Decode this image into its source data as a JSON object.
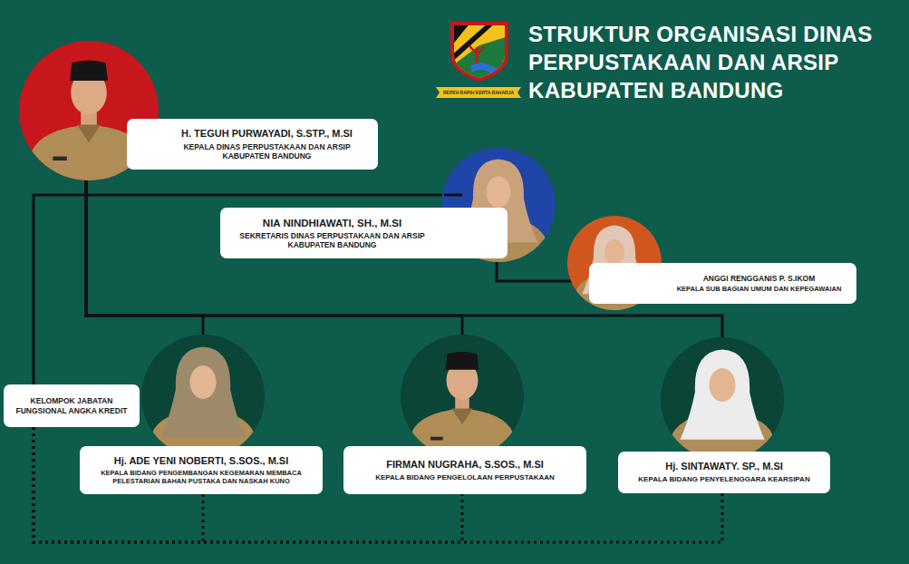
{
  "diagram": {
    "title": "STRUKTUR ORGANISASI DINAS PERPUSTAKAAN DAN ARSIP KABUPATEN BANDUNG",
    "nodes": [
      {
        "text": [
          "H. TEGUH PURWAYADI, S.STP., M.SI",
          "KEPALA DINAS PERPUSTAKAAN DAN ARSIP KABUPATEN BANDUNG"
        ]
      },
      {
        "text": [
          "NIA NINDHIAWATI, SH., M.SI",
          "SEKRETARIS DINAS PERPUSTAKAAN DAN ARSIP KABUPATEN BANDUNG"
        ]
      },
      {
        "text": [
          "ANGGI RENGGANIS P. S.IKOM",
          "KEPALA SUB BAGIAN UMUM DAN KEPEGAWAIAN"
        ]
      },
      {
        "text": [
          "KELOMPOK JABATAN FUNGSIONAL ANGKA KREDIT"
        ]
      },
      {
        "text": [
          "Hj. ADE YENI NOBERTI, S.SOS., M.SI",
          "KEPALA BIDANG PENGEMBANGAN KEGEMARAN MEMBACA PELESTARIAN BAHAN PUSTAKA DAN NASKAH KUNO"
        ]
      },
      {
        "text": [
          "FIRMAN NUGRAHA, S.SOS., M.SI",
          "KEPALA BIDANG PENGELOLAAN PERPUSTAKAAN"
        ]
      },
      {
        "text": [
          "Hj. SINTAWATY. SP., M.SI",
          "KEPALA BIDANG PENYELENGGARA KEARSIPAN"
        ]
      }
    ],
    "edges": [
      {
        "from": 0,
        "to": 1,
        "arrow": "none"
      },
      {
        "from": 0,
        "to": 3,
        "arrow": "none"
      },
      {
        "from": 0,
        "to": 4,
        "arrow": "none"
      },
      {
        "from": 0,
        "to": 5,
        "arrow": "none"
      },
      {
        "from": 0,
        "to": 6,
        "arrow": "none"
      },
      {
        "from": 1,
        "to": 2,
        "arrow": "none"
      },
      {
        "from": 3,
        "to": 4,
        "arrow": "none"
      },
      {
        "from": 3,
        "to": 5,
        "arrow": "none"
      },
      {
        "from": 3,
        "to": 6,
        "arrow": "none"
      }
    ],
    "labels": [
      "REPEH RAPIH KERTA RAHARJA"
    ]
  }
}
